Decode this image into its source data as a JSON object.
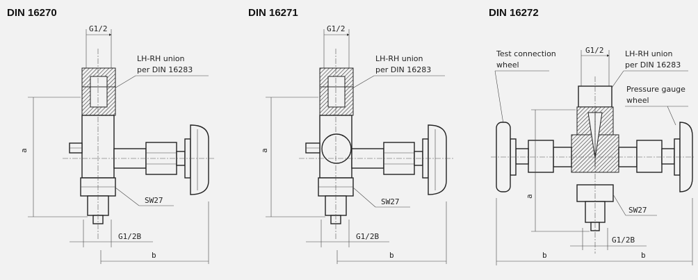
{
  "drawings": [
    {
      "title": "DIN 16270",
      "top_thread": "G1/2",
      "union_label_1": "LH-RH union",
      "union_label_2": "per DIN 16283",
      "dim_a": "a",
      "wrench": "SW27",
      "bottom_thread": "G1/2B",
      "dim_b": "b"
    },
    {
      "title": "DIN 16271",
      "top_thread": "G1/2",
      "union_label_1": "LH-RH union",
      "union_label_2": "per DIN 16283",
      "dim_a": "a",
      "wrench": "SW27",
      "bottom_thread": "G1/2B",
      "dim_b": "b"
    },
    {
      "title": "DIN 16272",
      "top_thread": "G1/2",
      "union_label_1": "LH-RH union",
      "union_label_2": "per DIN 16283",
      "test_label_1": "Test connection",
      "test_label_2": "wheel",
      "gauge_label_1": "Pressure gauge",
      "gauge_label_2": "wheel",
      "dim_a": "a",
      "wrench": "SW27",
      "bottom_thread": "G1/2B",
      "dim_b_left": "b",
      "dim_b_right": "b"
    }
  ]
}
